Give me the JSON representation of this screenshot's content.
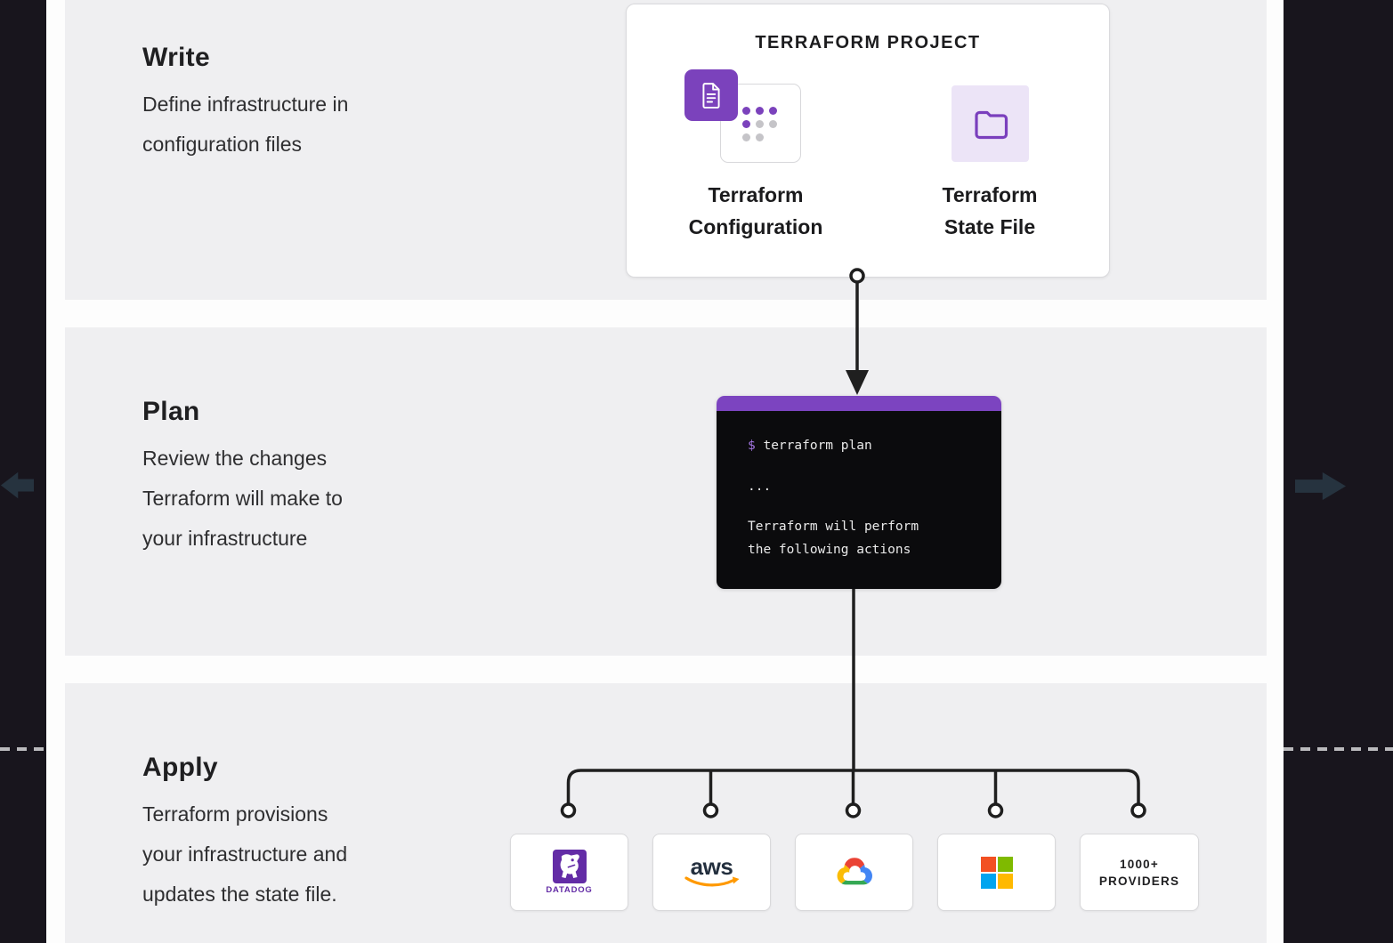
{
  "slide": {
    "kind": "terraform-workflow-diagram",
    "steps": {
      "write": {
        "title": "Write",
        "lines": [
          "Define infrastructure in",
          "configuration files"
        ]
      },
      "plan": {
        "title": "Plan",
        "lines": [
          "Review the changes",
          "Terraform will make to",
          "your infrastructure"
        ]
      },
      "apply": {
        "title": "Apply",
        "lines": [
          "Terraform provisions",
          "your infrastructure and",
          "updates the state file."
        ]
      }
    },
    "project_card": {
      "title": "TERRAFORM PROJECT",
      "items": [
        {
          "icon": "document-and-dot-grid-icon",
          "label_line1": "Terraform",
          "label_line2": "Configuration"
        },
        {
          "icon": "folder-icon",
          "label_line1": "Terraform",
          "label_line2": "State File"
        }
      ]
    },
    "terminal": {
      "prompt": "$",
      "command": "terraform plan",
      "ellipsis": "...",
      "output_line1": "Terraform will perform",
      "output_line2": "the following actions"
    },
    "providers": [
      {
        "icon": "datadog-logo",
        "label": "DATADOG"
      },
      {
        "icon": "aws-logo",
        "label": "aws"
      },
      {
        "icon": "google-cloud-logo",
        "label": ""
      },
      {
        "icon": "microsoft-logo",
        "label": ""
      },
      {
        "icon": "text-badge",
        "line1": "1000+",
        "line2": "PROVIDERS"
      }
    ],
    "nav": {
      "left": "arrow-left-icon",
      "right": "arrow-right-icon"
    }
  },
  "colors": {
    "page_bg": "#fdfdfd",
    "band_bg": "#18151d",
    "nav_arrow": "#26333f",
    "section_bg": "#efeff1",
    "connector_line": "#1f1f1f",
    "terraform_purple": "#7b42bc",
    "terminal_header": "#7c44c0",
    "terminal_bg": "#0b0b0d",
    "terminal_text": "#eaeaea",
    "terminal_prompt": "#a275e0",
    "lavender_tile": "#ece4f7",
    "dot_gray": "#c5c4c8",
    "dash_gray": "#bababd",
    "datadog_purple": "#632ca6",
    "aws_dark": "#232f3e",
    "aws_orange": "#ff9900",
    "google_red": "#ea4335",
    "google_blue": "#4285f4",
    "google_green": "#34a853",
    "google_yellow": "#fbbc05",
    "ms_red": "#f25022",
    "ms_green": "#7fba00",
    "ms_blue": "#00a4ef",
    "ms_yellow": "#ffb900"
  }
}
